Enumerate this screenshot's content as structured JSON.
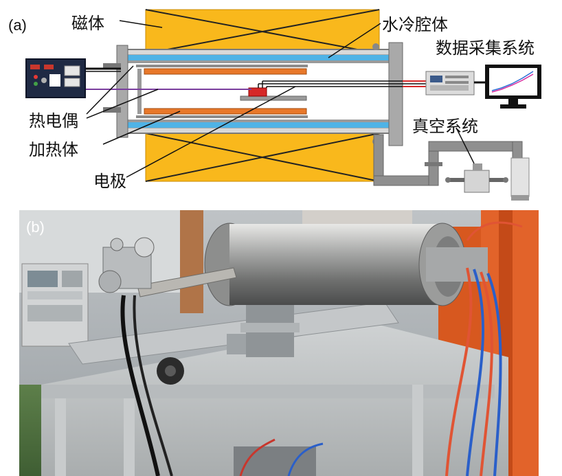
{
  "panel_a": {
    "label": "(a)",
    "labels": {
      "magnet": "磁体",
      "water_cooled_chamber": "水冷腔体",
      "data_acquisition": "数据采集系统",
      "thermocouple": "热电偶",
      "heater": "加热体",
      "vacuum_system": "真空系统",
      "electrode": "电极"
    }
  },
  "panel_b": {
    "label": "(b)"
  },
  "colors": {
    "magnet": "#f9b81c",
    "chamber_frame": "#8c8c8c",
    "water_channel": "#4fb3e6",
    "heater": "#e8782a",
    "thermocouple_wire": "#7a3d9e",
    "sample": "#d62828",
    "controller": "#1f2a44"
  }
}
